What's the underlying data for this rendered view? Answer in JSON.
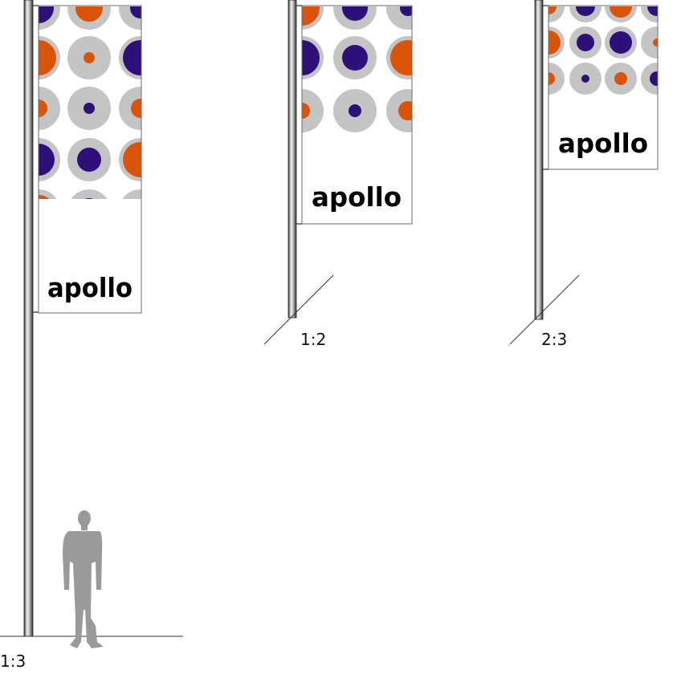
{
  "brand": {
    "logo_text": "apollo"
  },
  "colors": {
    "purple": "#2e1178",
    "orange": "#d95409",
    "grey": "#c4c4c4",
    "banner_border": "#6b6b6b",
    "ground_line": "#333333"
  },
  "flags": [
    {
      "ratio_label": "1:3",
      "ratio": "1:3"
    },
    {
      "ratio_label": "1:2",
      "ratio": "1:2"
    },
    {
      "ratio_label": "2:3",
      "ratio": "2:3"
    }
  ],
  "human_figure": {
    "icon": "person-silhouette-icon",
    "color": "#9a9a9a"
  }
}
